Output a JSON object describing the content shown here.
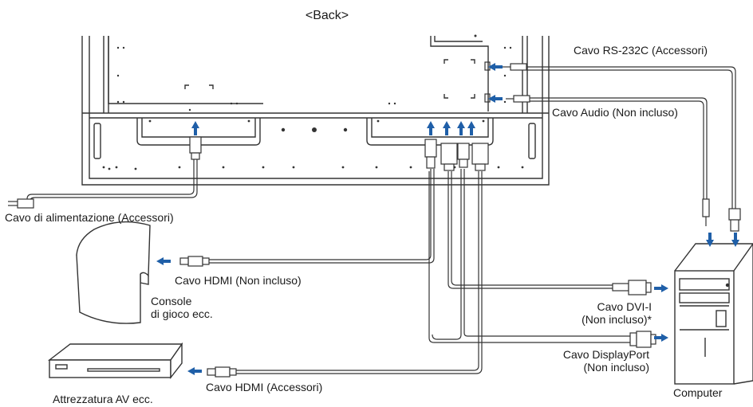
{
  "view_title": "<Back>",
  "labels": {
    "rs232c": "Cavo RS-232C (Accessori)",
    "audio": "Cavo Audio (Non incluso)",
    "power": "Cavo di alimentazione (Accessori)",
    "hdmi_console": "Cavo HDMI (Non incluso)",
    "console_line1": "Console",
    "console_line2": "di gioco ecc.",
    "dvi_line1": "Cavo DVI-I",
    "dvi_line2": "(Non incluso)*",
    "dp_line1": "Cavo DisplayPort",
    "dp_line2": "(Non incluso)",
    "hdmi_av": "Cavo HDMI (Accessori)",
    "av": "Attrezzatura AV ecc.",
    "computer": "Computer"
  },
  "colors": {
    "arrow": "#1f5fa8",
    "line": "#333333",
    "background": "#ffffff"
  },
  "icons": [
    "arrow-icon",
    "power-plug-icon",
    "hdmi-plug-icon",
    "dvi-plug-icon",
    "displayport-plug-icon",
    "audio-jack-icon",
    "rs232c-plug-icon"
  ]
}
